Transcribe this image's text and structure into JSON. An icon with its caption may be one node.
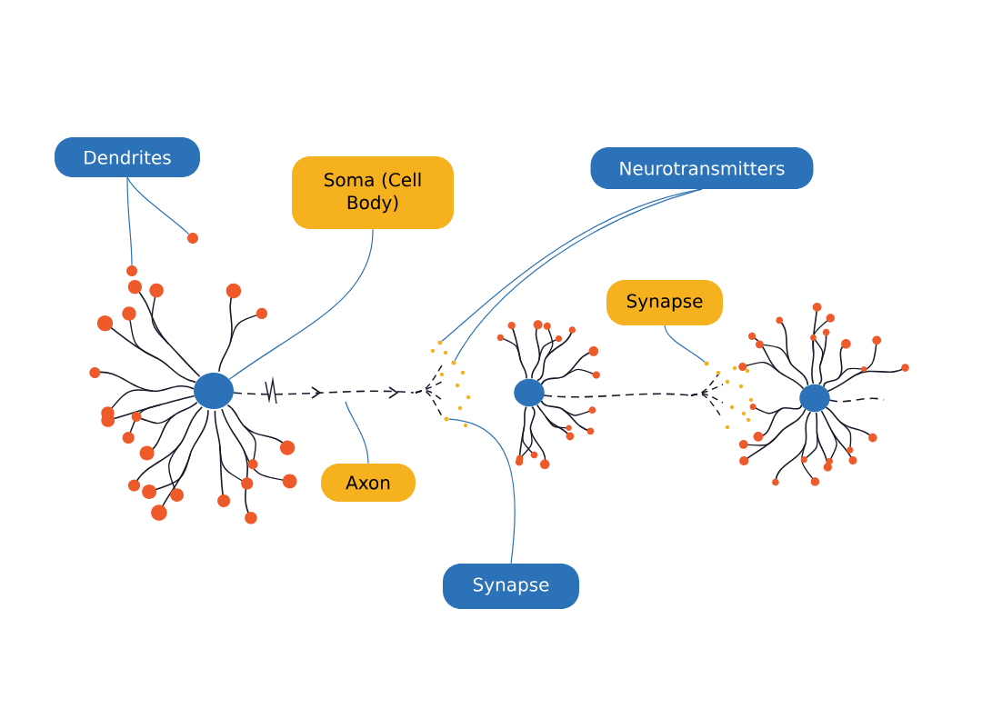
{
  "diagram": {
    "nodes": [
      {
        "text": [
          "Dendrites"
        ]
      },
      {
        "text": [
          "Soma (Cell Body)"
        ]
      },
      {
        "text": [
          "Neurotransmitters"
        ]
      },
      {
        "text": [
          "Synapse"
        ]
      },
      {
        "text": [
          "Axon"
        ]
      },
      {
        "text": [
          "Synapse"
        ]
      },
      {
        "text": [],
        "shape": "circle"
      },
      {
        "text": [],
        "shape": "circle"
      },
      {
        "text": [],
        "shape": "circle"
      },
      {
        "text": [],
        "shape": "circle"
      },
      {
        "text": [],
        "shape": "circle"
      },
      {
        "text": [],
        "shape": "circle"
      },
      {
        "text": [],
        "shape": "circle"
      }
    ],
    "edges": [
      {
        "from": 0,
        "to": 6,
        "arrow": "none"
      },
      {
        "from": 0,
        "to": 7,
        "arrow": "none"
      },
      {
        "from": 1,
        "to": 8,
        "arrow": "none"
      },
      {
        "from": 2,
        "to": 9,
        "arrow": "none"
      },
      {
        "from": 2,
        "to": 10,
        "arrow": "none"
      },
      {
        "from": 3,
        "to": 11,
        "arrow": "none"
      },
      {
        "from": 4,
        "to": null,
        "arrow": "none"
      },
      {
        "from": 5,
        "to": 12,
        "arrow": "none"
      }
    ]
  }
}
